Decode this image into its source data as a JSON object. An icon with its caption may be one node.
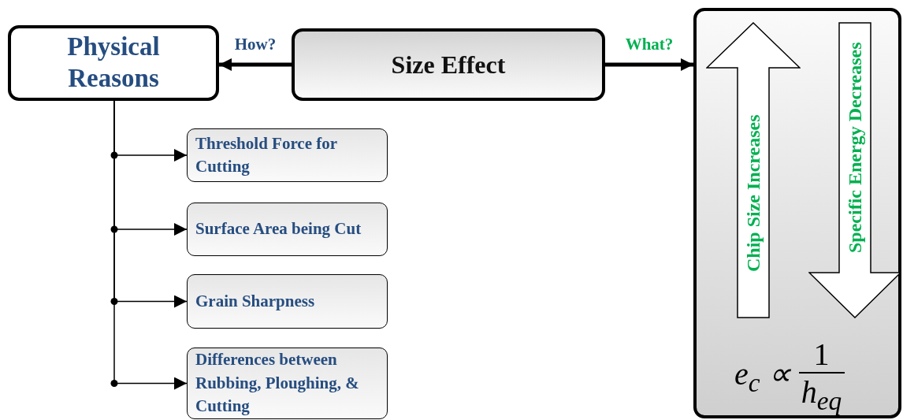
{
  "diagram": {
    "nodes": [
      {
        "text": [
          "Size Effect"
        ]
      },
      {
        "text": [
          "Physical Reasons"
        ]
      },
      {
        "text": [
          "e$_{c}$ ∝",
          "1",
          "h$_{eq}$"
        ]
      },
      {
        "text": [
          "Chip Size Increases"
        ],
        "in": 2
      },
      {
        "text": [
          "Specific Energy Decreases"
        ],
        "in": 2
      },
      {
        "text": [
          "Threshold Force for Cutting"
        ]
      },
      {
        "text": [
          "Surface Area being Cut"
        ]
      },
      {
        "text": [
          "Grain Sharpness"
        ]
      },
      {
        "text": [
          "Differences between Rubbing, Ploughing, & Cutting"
        ]
      }
    ],
    "edges": [
      {
        "from": 0,
        "to": 1,
        "arrow": "to",
        "label": "How?",
        "style": "thick"
      },
      {
        "from": 0,
        "to": 2,
        "arrow": "to",
        "label": "What?",
        "style": "thick"
      },
      {
        "from": 1,
        "to": 5,
        "arrow": "to"
      },
      {
        "from": 1,
        "to": 6,
        "arrow": "to"
      },
      {
        "from": 1,
        "to": 7,
        "arrow": "to"
      },
      {
        "from": 1,
        "to": 8,
        "arrow": "to"
      }
    ]
  }
}
